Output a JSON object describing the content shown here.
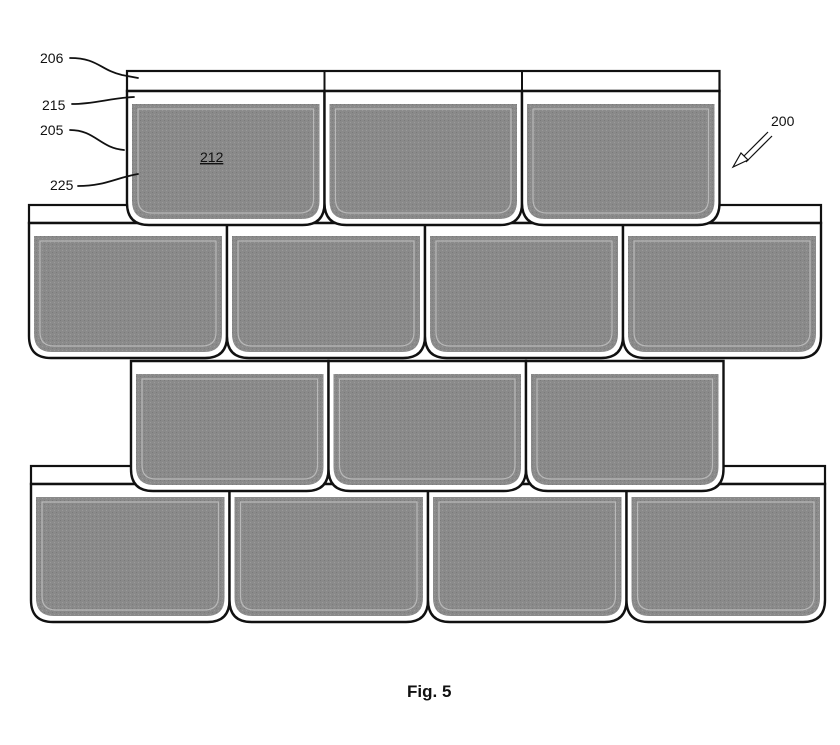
{
  "figure": {
    "caption": "Fig. 5",
    "labels": {
      "ref_206": "206",
      "ref_215": "215",
      "ref_205": "205",
      "ref_225": "225",
      "ref_212": "212",
      "ref_200": "200"
    },
    "rows": [
      {
        "tiles": 3,
        "has_top_strip": true
      },
      {
        "tiles": 4,
        "has_top_strip": true
      },
      {
        "tiles": 3,
        "has_top_strip": false
      },
      {
        "tiles": 4,
        "has_top_strip": true
      }
    ],
    "colors": {
      "tile_fill": "#8a8a8a",
      "tile_inner_line": "#b8b8b8",
      "outline": "#111111",
      "background": "#ffffff"
    }
  }
}
